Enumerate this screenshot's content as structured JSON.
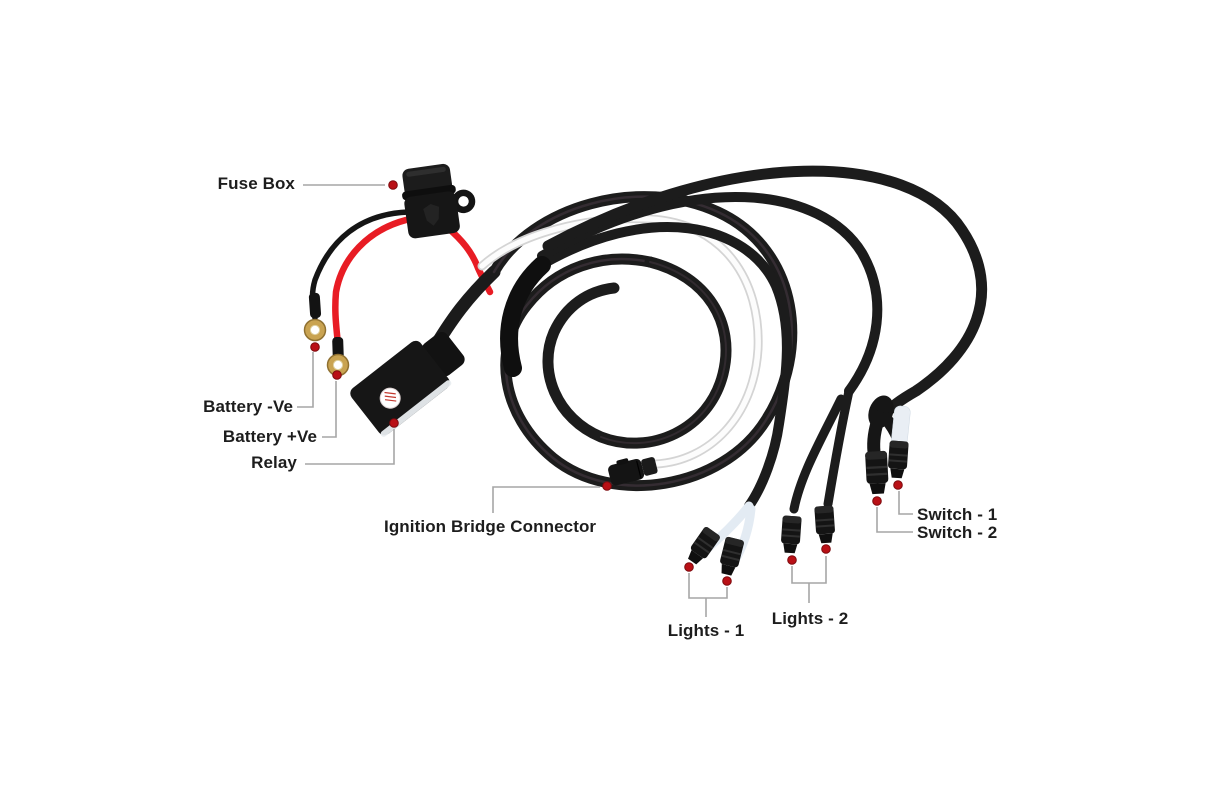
{
  "diagram": {
    "type": "labeled-product-illustration",
    "subject": "wiring-harness",
    "labels": {
      "fuse_box": "Fuse Box",
      "battery_negative": "Battery -Ve",
      "battery_positive": "Battery +Ve",
      "relay": "Relay",
      "ignition_bridge_connector": "Ignition Bridge Connector",
      "switch_1": "Switch - 1",
      "switch_2": "Switch - 2",
      "lights_1": "Lights - 1",
      "lights_2": "Lights - 2"
    },
    "callout_style": {
      "line_color": "#a6a6a6",
      "dot_color": "#b91016",
      "text_color": "#1d1d1d"
    },
    "palette": {
      "cable_black": "#1c1c1c",
      "wire_red": "#e81c24",
      "wire_white": "#fcfcfc",
      "terminal_gold": "#c9a351",
      "sleeve_light_blue": "#e3ebf3",
      "background": "#ffffff"
    }
  }
}
